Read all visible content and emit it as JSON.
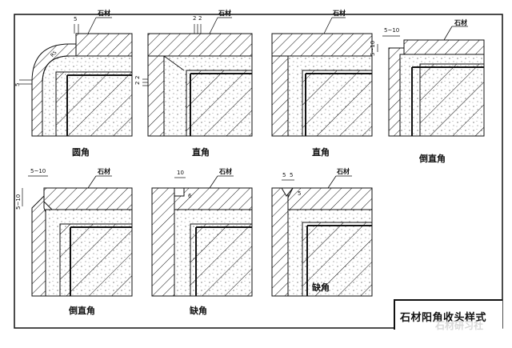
{
  "title": "石材阳角收头样式",
  "watermark": "石材研习社",
  "material_label": "石材",
  "details": [
    {
      "name": "圆角",
      "dims": [
        "5",
        "5"
      ],
      "radius": "R5"
    },
    {
      "name": "直角",
      "dims": [
        "2",
        "2",
        "2",
        "2"
      ]
    },
    {
      "name": "直角",
      "dims": []
    },
    {
      "name": "倒直角",
      "dims": [
        "5~10",
        "5~10"
      ]
    },
    {
      "name": "倒直角",
      "dims": [
        "5~10",
        "5~10"
      ]
    },
    {
      "name": "缺角",
      "dims": [
        "10",
        "6"
      ]
    },
    {
      "name": "缺角",
      "dims": [
        "5",
        "5",
        "5"
      ]
    }
  ],
  "colors": {
    "line": "#111111",
    "stone_fill": "#ffffff",
    "concrete_fill": "#ffffff"
  }
}
